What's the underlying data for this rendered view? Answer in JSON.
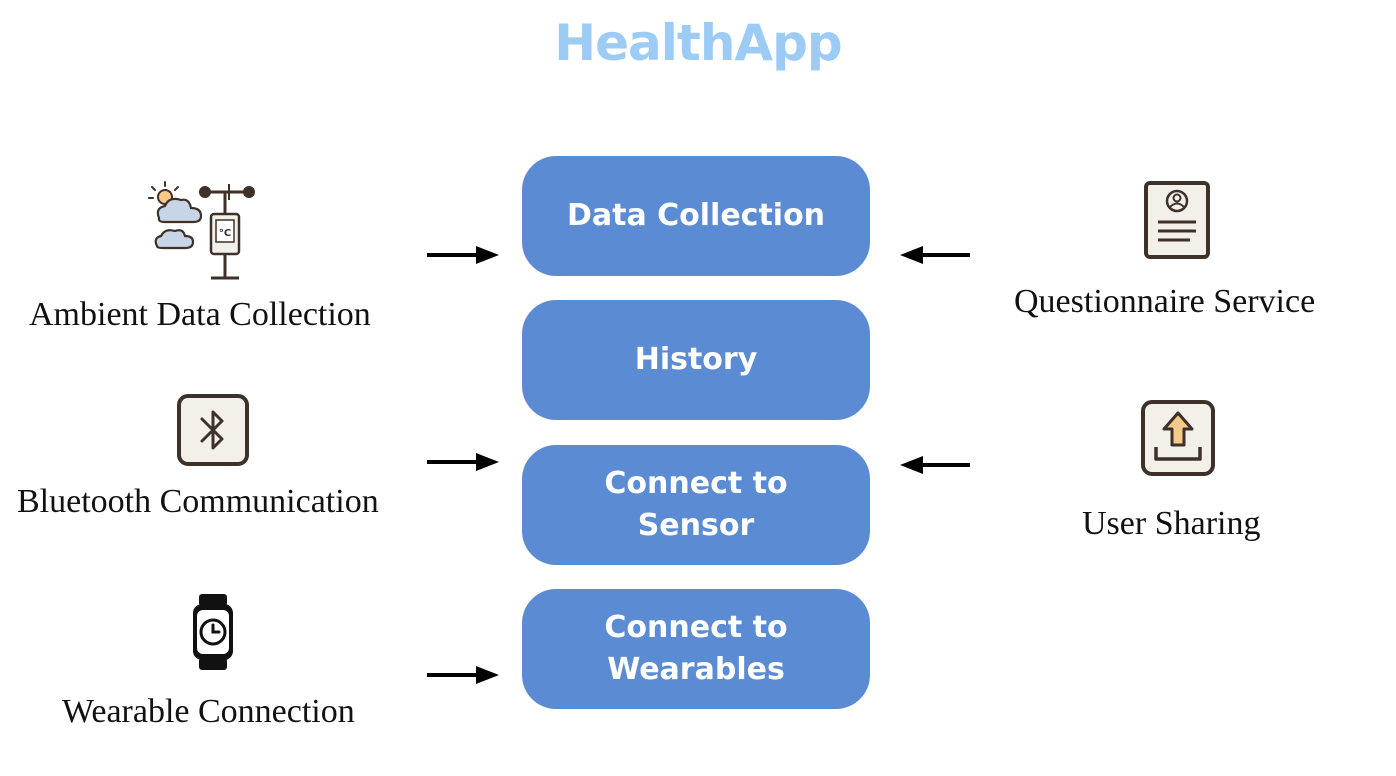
{
  "title": "HealthApp",
  "center_boxes": [
    {
      "label": "Data Collection"
    },
    {
      "label": "History"
    },
    {
      "label": "Connect to Sensor"
    },
    {
      "label_line1": "Connect to",
      "label_line2": "Wearables"
    }
  ],
  "left_features": [
    {
      "label": "Ambient Data Collection",
      "icon": "weather-station-icon"
    },
    {
      "label": "Bluetooth Communication",
      "icon": "bluetooth-icon"
    },
    {
      "label": "Wearable Connection",
      "icon": "smartwatch-icon"
    }
  ],
  "right_features": [
    {
      "label": "Questionnaire Service",
      "icon": "profile-document-icon"
    },
    {
      "label": "User Sharing",
      "icon": "upload-share-icon"
    }
  ],
  "weather_icon_text": "°C",
  "colors": {
    "title": "#9cccf5",
    "box_fill": "#5b8bd2",
    "box_text": "#ffffff",
    "icon_stroke": "#3d3129",
    "icon_fill_light": "#f3f0ea",
    "icon_accent": "#f7c98a",
    "arrow": "#000000"
  }
}
